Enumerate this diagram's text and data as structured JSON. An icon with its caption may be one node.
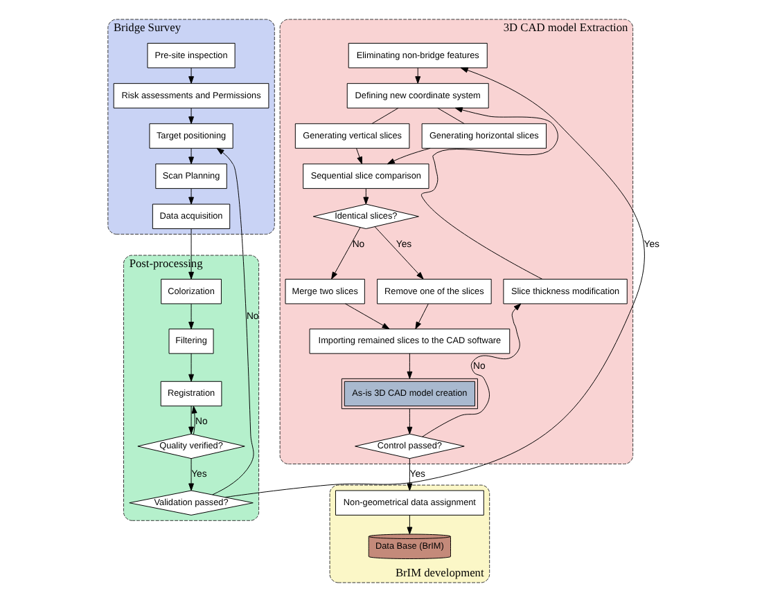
{
  "diagram": {
    "nodes": [
      {
        "text": [
          "Bridge Survey"
        ]
      },
      {
        "text": [
          "Pre-site inspection"
        ],
        "in": 0
      },
      {
        "text": [
          "Risk assessments and Permissions"
        ],
        "in": 0
      },
      {
        "text": [
          "Target positioning"
        ],
        "in": 0
      },
      {
        "text": [
          "Scan Planning"
        ],
        "in": 0
      },
      {
        "text": [
          "Data acquisition"
        ],
        "in": 0
      },
      {
        "text": [
          "Post-processing"
        ]
      },
      {
        "text": [
          "Colorization"
        ],
        "in": 6
      },
      {
        "text": [
          "Filtering"
        ],
        "in": 6
      },
      {
        "text": [
          "Registration"
        ],
        "in": 6
      },
      {
        "text": [
          "Quality verified?"
        ],
        "in": 6
      },
      {
        "text": [
          "Validation passed?"
        ],
        "in": 6
      },
      {
        "text": [
          "3D CAD model Extraction"
        ]
      },
      {
        "text": [
          "Eliminating non-bridge features"
        ],
        "in": 12
      },
      {
        "text": [
          "Defining new coordinate system"
        ],
        "in": 12
      },
      {
        "text": [
          "Generating vertical slices"
        ],
        "in": 12
      },
      {
        "text": [
          "Generating horizontal slices"
        ],
        "in": 12
      },
      {
        "text": [
          "Sequential slice comparison"
        ],
        "in": 12
      },
      {
        "text": [
          "Identical slices?"
        ],
        "in": 12
      },
      {
        "text": [
          "Merge two slices"
        ],
        "in": 12
      },
      {
        "text": [
          "Remove one of the slices"
        ],
        "in": 12
      },
      {
        "text": [
          "Importing remained slices to the CAD software"
        ],
        "in": 12
      },
      {
        "text": [
          "As-is 3D CAD model creation"
        ],
        "in": 12
      },
      {
        "text": [
          "Control passed?"
        ],
        "in": 12
      },
      {
        "text": [
          "Slice thickness modification"
        ],
        "in": 12
      },
      {
        "text": [
          "BrIM development"
        ]
      },
      {
        "text": [
          "Non-geometrical data assignment"
        ],
        "in": 25
      },
      {
        "text": [
          "Data Base (BrIM)"
        ],
        "in": 25
      }
    ],
    "edges": [
      {
        "from": 1,
        "to": 2,
        "arrow": "to"
      },
      {
        "from": 2,
        "to": 3,
        "arrow": "to"
      },
      {
        "from": 3,
        "to": 4,
        "arrow": "to"
      },
      {
        "from": 4,
        "to": 5,
        "arrow": "to"
      },
      {
        "from": 5,
        "to": 7,
        "arrow": "to"
      },
      {
        "from": 7,
        "to": 8,
        "arrow": "to"
      },
      {
        "from": 8,
        "to": 9,
        "arrow": "to"
      },
      {
        "from": 9,
        "to": 10,
        "arrow": "to"
      },
      {
        "from": 10,
        "to": 9,
        "arrow": "to",
        "label": "No"
      },
      {
        "from": 10,
        "to": 11,
        "arrow": "to",
        "label": "Yes"
      },
      {
        "from": 11,
        "to": 3,
        "arrow": "to",
        "label": "No"
      },
      {
        "from": 11,
        "to": 13,
        "arrow": "to",
        "label": "Yes"
      },
      {
        "from": 13,
        "to": 14,
        "arrow": "to"
      },
      {
        "from": 14,
        "to": 15,
        "arrow": "none"
      },
      {
        "from": 14,
        "to": 16,
        "arrow": "none"
      },
      {
        "from": 15,
        "to": 17,
        "arrow": "to"
      },
      {
        "from": 16,
        "to": 17,
        "arrow": "to"
      },
      {
        "from": 17,
        "to": 18,
        "arrow": "to"
      },
      {
        "from": 18,
        "to": 19,
        "arrow": "to",
        "label": "No"
      },
      {
        "from": 18,
        "to": 20,
        "arrow": "to",
        "label": "Yes"
      },
      {
        "from": 19,
        "to": 21,
        "arrow": "to"
      },
      {
        "from": 20,
        "to": 21,
        "arrow": "to"
      },
      {
        "from": 21,
        "to": 22,
        "arrow": "to"
      },
      {
        "from": 22,
        "to": 23,
        "arrow": "to"
      },
      {
        "from": 23,
        "to": 24,
        "arrow": "to",
        "label": "No"
      },
      {
        "from": 24,
        "to": 14,
        "arrow": "to"
      },
      {
        "from": 23,
        "to": 26,
        "arrow": "to",
        "label": "Yes"
      },
      {
        "from": 26,
        "to": 27,
        "arrow": "to"
      }
    ]
  }
}
